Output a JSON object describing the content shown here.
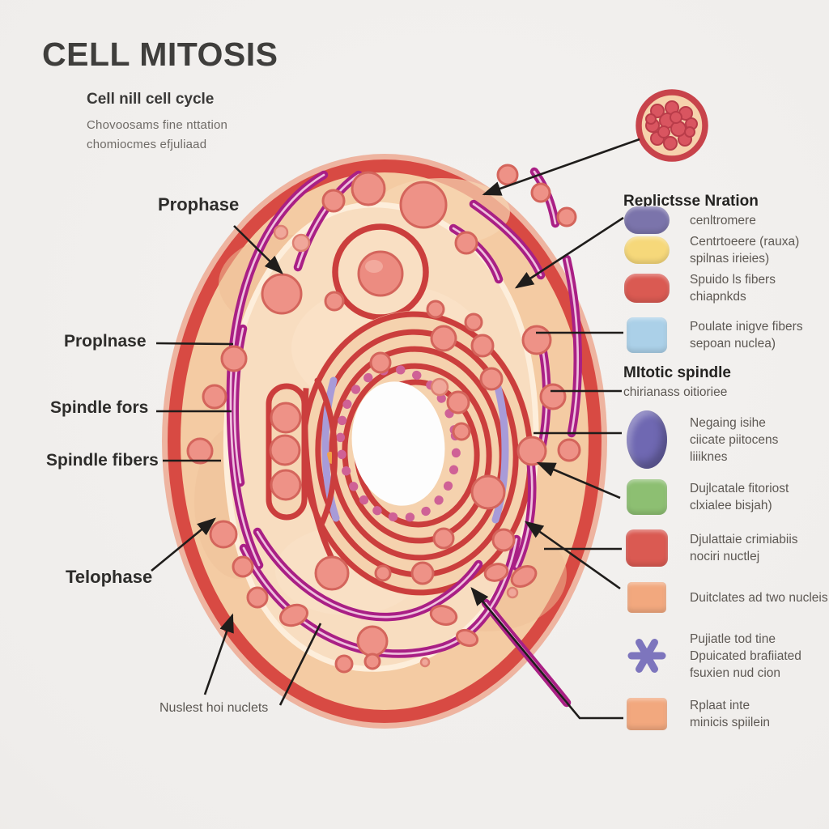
{
  "title": "CELL MITOSIS",
  "subtitle": {
    "heading": "Cell nill cell cycle",
    "line1": "Chovoosams fine nttation",
    "line2": "chomiocmes efjuliaad"
  },
  "labels": {
    "prophase": "Prophase",
    "proplnase": "Proplnase",
    "spindle_fors": "Spindle fors",
    "spindle_fibers": "Spindle fibers",
    "telophase": "Telophase",
    "nuclei": "Nuslest hoi nuclets"
  },
  "legend": {
    "replication": {
      "header": "Replictsse Nration",
      "items": [
        {
          "icon": "centromere-pill",
          "color": "#7b74ab",
          "line1": "cenltromere"
        },
        {
          "icon": "centrosome-pill",
          "color": "#f6d87a",
          "line1": "Centrtoeere (rauxa)",
          "line2": "spilnas irieies)"
        },
        {
          "icon": "chromatid-pill",
          "color": "#da5a52",
          "line1": "Spuido ls fibers",
          "line2": "chiapnkds"
        },
        {
          "icon": "fiber-square",
          "color": "#abd0e8",
          "line1": "Poulate inigve fibers",
          "line2": "sepoan nuclea)"
        }
      ]
    },
    "mitotic": {
      "header": "MItotic spindle",
      "subheader": "chirianass oitioriee",
      "items": [
        {
          "icon": "nucleus-ellipse",
          "color": "#6f68b2",
          "line1": "Negaing isihe",
          "line2": "ciicate piitocens",
          "line3": "liiiknes"
        },
        {
          "icon": "green-square",
          "color": "#8dbf72",
          "line1": "Dujlcatale fitoriost",
          "line2": "clxialee bisjah)"
        },
        {
          "icon": "red-square",
          "color": "#da5a52",
          "line1": "Djulattaie crimiabiis",
          "line2": "nociri nuctlej"
        },
        {
          "icon": "peach-square",
          "color": "#f2a87e",
          "line1": "Duitclates ad two nucleis"
        },
        {
          "icon": "spindle-asterisk",
          "color": "#7d75bd",
          "line1": "Pujiatle tod tine",
          "line2": "Dpuicated brafiiated",
          "line3": "fsuxien nud cion"
        },
        {
          "icon": "peach-square-2",
          "color": "#f2a87e",
          "line1": "Rplaat inte",
          "line2": "minicis spiilein"
        }
      ]
    }
  },
  "colors": {
    "background": "#efedeb",
    "membrane": "#d84a43",
    "cytoplasm": "#f4cba3",
    "inner_cytoplasm": "#f8ddc0",
    "vesicle": "#ee9287",
    "chromatin": "#a91f85",
    "lavender": "#a89bd8",
    "ring": "#cb3e3d",
    "connector": "#1f1d1b"
  }
}
